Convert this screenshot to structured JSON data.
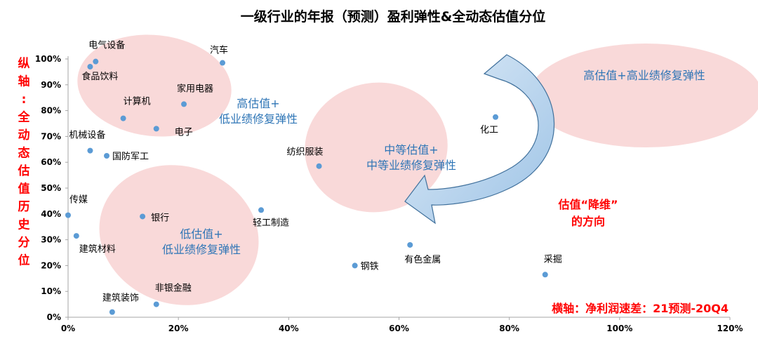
{
  "chart_data": {
    "type": "scatter",
    "title": "一级行业的年报（预测）盈利弹性&全动态估值分位",
    "xlabel": "横轴：净利润速差：21预测-20Q4",
    "ylabel": "纵轴：全动态估值历史分位",
    "xlim": [
      0,
      1.2
    ],
    "ylim": [
      0,
      1.0
    ],
    "x_ticks": [
      "0%",
      "20%",
      "40%",
      "60%",
      "80%",
      "100%",
      "120%"
    ],
    "y_ticks": [
      "0%",
      "10%",
      "20%",
      "30%",
      "40%",
      "50%",
      "60%",
      "70%",
      "80%",
      "90%",
      "100%"
    ],
    "grid": false,
    "point_color": "#5B9BD5",
    "points": [
      {
        "label": "电气设备",
        "x": 0.05,
        "y": 0.99
      },
      {
        "label": "食品饮料",
        "x": 0.04,
        "y": 0.97
      },
      {
        "label": "汽车",
        "x": 0.28,
        "y": 0.985
      },
      {
        "label": "家用电器",
        "x": 0.21,
        "y": 0.825
      },
      {
        "label": "计算机",
        "x": 0.1,
        "y": 0.77
      },
      {
        "label": "电子",
        "x": 0.16,
        "y": 0.73
      },
      {
        "label": "机械设备",
        "x": 0.04,
        "y": 0.645
      },
      {
        "label": "国防军工",
        "x": 0.07,
        "y": 0.625
      },
      {
        "label": "纺织服装",
        "x": 0.455,
        "y": 0.585
      },
      {
        "label": "化工",
        "x": 0.775,
        "y": 0.775
      },
      {
        "label": "传媒",
        "x": 0.0,
        "y": 0.395
      },
      {
        "label": "银行",
        "x": 0.135,
        "y": 0.39
      },
      {
        "label": "轻工制造",
        "x": 0.35,
        "y": 0.415
      },
      {
        "label": "建筑材料",
        "x": 0.015,
        "y": 0.315
      },
      {
        "label": "有色金属",
        "x": 0.62,
        "y": 0.28
      },
      {
        "label": "钢铁",
        "x": 0.52,
        "y": 0.2
      },
      {
        "label": "采掘",
        "x": 0.865,
        "y": 0.165
      },
      {
        "label": "非银金融",
        "x": 0.16,
        "y": 0.05
      },
      {
        "label": "建筑装饰",
        "x": 0.08,
        "y": 0.02
      }
    ],
    "zones": [
      {
        "name": "高估值+\n低业绩修复弹性"
      },
      {
        "name": "中等估值+\n中等业绩修复弹性"
      },
      {
        "name": "低估值+\n低业绩修复弹性"
      },
      {
        "name": "高估值+高业绩修复弹性"
      }
    ],
    "zone_fill": "#F8D0D0",
    "arrow_color": "#BDD7EE",
    "arrow_note": "估值“降维”\n的方向"
  }
}
